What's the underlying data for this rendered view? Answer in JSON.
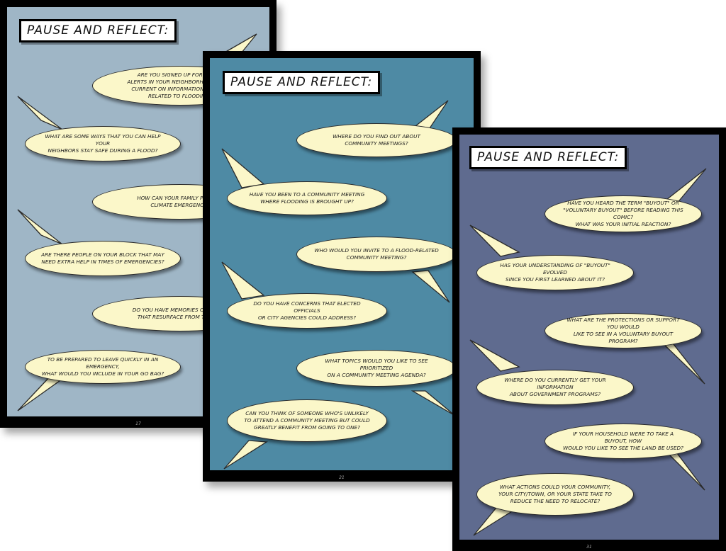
{
  "pages": [
    {
      "title": "PAUSE AND REFLECT:",
      "page_number": "17",
      "panel_color": "#9fb6c6",
      "bubbles": [
        "ARE YOU SIGNED UP FOR EMERG\nALERTS IN YOUR NEIGHBORHOOD? HOW\nCURRENT ON INFORMATION AND RES\nRELATED TO FLOODING?",
        "WHAT ARE SOME WAYS THAT YOU CAN HELP YOUR\nNEIGHBORS STAY SAFE DURING A FLOOD?",
        "HOW CAN YOUR FAMILY PREPARE\nCLIMATE EMERGENCY?",
        "ARE THERE PEOPLE ON YOUR BLOCK THAT MAY\nNEED EXTRA HELP IN TIMES OF EMERGENCIES?",
        "DO YOU HAVE MEMORIES OF PREVIO\nTHAT RESURFACE FROM TIME TO",
        "TO BE PREPARED TO LEAVE QUICKLY IN AN EMERGENCY,\nWHAT WOULD YOU INCLUDE IN YOUR GO BAG?"
      ]
    },
    {
      "title": "PAUSE AND REFLECT:",
      "page_number": "21",
      "panel_color": "#4e8aa4",
      "bubbles": [
        "WHERE DO YOU FIND OUT ABOUT\nCOMMUNITY MEETINGS?",
        "HAVE YOU BEEN TO A COMMUNITY MEETING\nWHERE FLOODING IS BROUGHT UP?",
        "WHO WOULD YOU INVITE TO A FLOOD-RELATED\nCOMMUNITY MEETING?",
        "DO YOU HAVE CONCERNS THAT ELECTED OFFICIALS\nOR CITY AGENCIES COULD ADDRESS?",
        "WHAT TOPICS WOULD YOU LIKE TO SEE PRIORITIZED\nON A COMMUNITY MEETING AGENDA?",
        "CAN YOU THINK OF SOMEONE WHO'S UNLIKELY\nTO ATTEND A COMMUNITY MEETING BUT COULD\nGREATLY BENEFIT FROM GOING TO ONE?"
      ]
    },
    {
      "title": "PAUSE AND REFLECT:",
      "page_number": "31",
      "panel_color": "#5f6b8f",
      "bubbles": [
        "HAVE YOU HEARD THE TERM \"BUYOUT\" OR\n\"VOLUNTARY BUYOUT\" BEFORE READING THIS COMIC?\nWHAT WAS YOUR INITIAL REACTION?",
        "HAS YOUR UNDERSTANDING OF \"BUYOUT\" EVOLVED\nSINCE YOU FIRST LEARNED ABOUT IT?",
        "WHAT ARE THE PROTECTIONS OR SUPPORT YOU WOULD\nLIKE TO SEE IN A VOLUNTARY BUYOUT PROGRAM?",
        "WHERE DO YOU CURRENTLY GET YOUR INFORMATION\nABOUT GOVERNMENT PROGRAMS?",
        "IF YOUR HOUSEHOLD WERE TO TAKE A BUYOUT, HOW\nWOULD YOU LIKE TO SEE THE LAND BE USED?",
        "WHAT ACTIONS COULD YOUR COMMUNITY,\nYOUR CITY/TOWN, OR YOUR STATE TAKE TO\nREDUCE THE NEED TO RELOCATE?"
      ]
    }
  ]
}
